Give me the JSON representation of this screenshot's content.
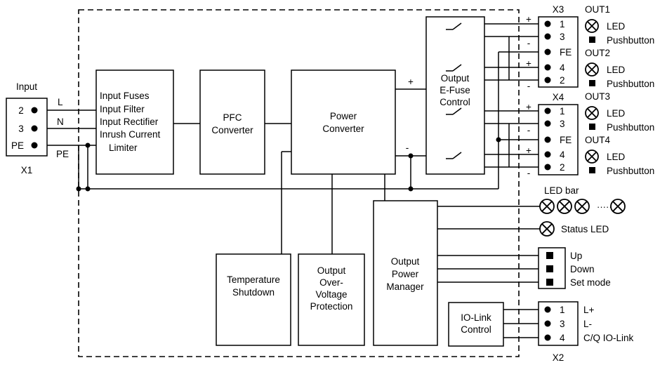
{
  "input": {
    "heading": "Input",
    "connector_name": "X1",
    "pins": [
      "2",
      "3",
      "PE"
    ],
    "line_labels": [
      "L",
      "N",
      "PE"
    ]
  },
  "blocks": {
    "input_stage": [
      "Input Fuses",
      "Input Filter",
      "Input Rectifier",
      "Inrush Current",
      "Limiter"
    ],
    "pfc": [
      "PFC",
      "Converter"
    ],
    "power_converter": [
      "Power",
      "Converter"
    ],
    "efuse": [
      "Output",
      "E-Fuse",
      "Control"
    ],
    "temperature": [
      "Temperature",
      "Shutdown"
    ],
    "ovp": [
      "Output",
      "Over-",
      "Voltage",
      "Protection"
    ],
    "opm": [
      "Output",
      "Power",
      "Manager"
    ],
    "iolink_ctrl": [
      "IO-Link",
      "Control"
    ]
  },
  "polarity": {
    "converter_plus": "+",
    "converter_minus": "-",
    "x3_plus_1": "+",
    "x3_minus_1": "-",
    "x3_plus_2": "+",
    "x3_minus_2": "-",
    "x4_plus_1": "+",
    "x4_minus_1": "-",
    "x4_plus_2": "+",
    "x4_minus_2": "-"
  },
  "connectors": {
    "x3": {
      "name": "X3",
      "pins": [
        "1",
        "3",
        "FE",
        "4",
        "2"
      ]
    },
    "x4": {
      "name": "X4",
      "pins": [
        "1",
        "3",
        "FE",
        "4",
        "2"
      ]
    },
    "x2": {
      "name": "X2",
      "pins": [
        "1",
        "3",
        "4"
      ]
    }
  },
  "outputs": [
    {
      "name": "OUT1",
      "led": "LED",
      "button": "Pushbutton"
    },
    {
      "name": "OUT2",
      "led": "LED",
      "button": "Pushbutton"
    },
    {
      "name": "OUT3",
      "led": "LED",
      "button": "Pushbutton"
    },
    {
      "name": "OUT4",
      "led": "LED",
      "button": "Pushbutton"
    }
  ],
  "led_bar": {
    "label": "LED bar",
    "dots": "·····"
  },
  "status_led": "Status LED",
  "buttons": [
    "Up",
    "Down",
    "Set mode"
  ],
  "iolink_signals": [
    "L+",
    "L-",
    "C/Q IO-Link"
  ],
  "icons": {
    "led": "lamp-x-circle-icon",
    "pushbutton": "filled-square-icon",
    "terminal": "terminal-dot-icon",
    "switch": "efuse-switch-icon"
  }
}
